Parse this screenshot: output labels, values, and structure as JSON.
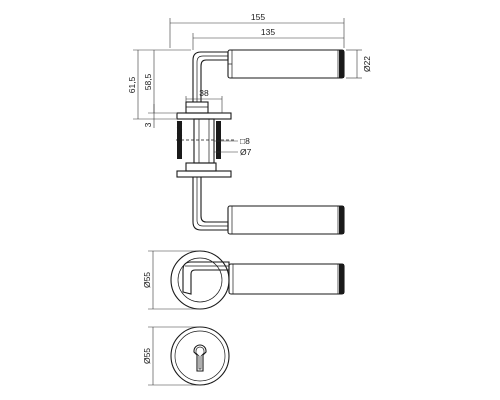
{
  "dimensions": {
    "overall_length": "155",
    "grip_length": "135",
    "grip_diameter": "Ø22",
    "height_total": "61,5",
    "height_lever": "58,5",
    "rose_thickness": "3",
    "rose_depth": "38",
    "spindle_square": "□8",
    "screw_diameter": "Ø7",
    "rose_diameter_top": "Ø55",
    "rose_diameter_bottom": "Ø55"
  },
  "colors": {
    "line": "#1a1a1a",
    "background": "#ffffff"
  }
}
